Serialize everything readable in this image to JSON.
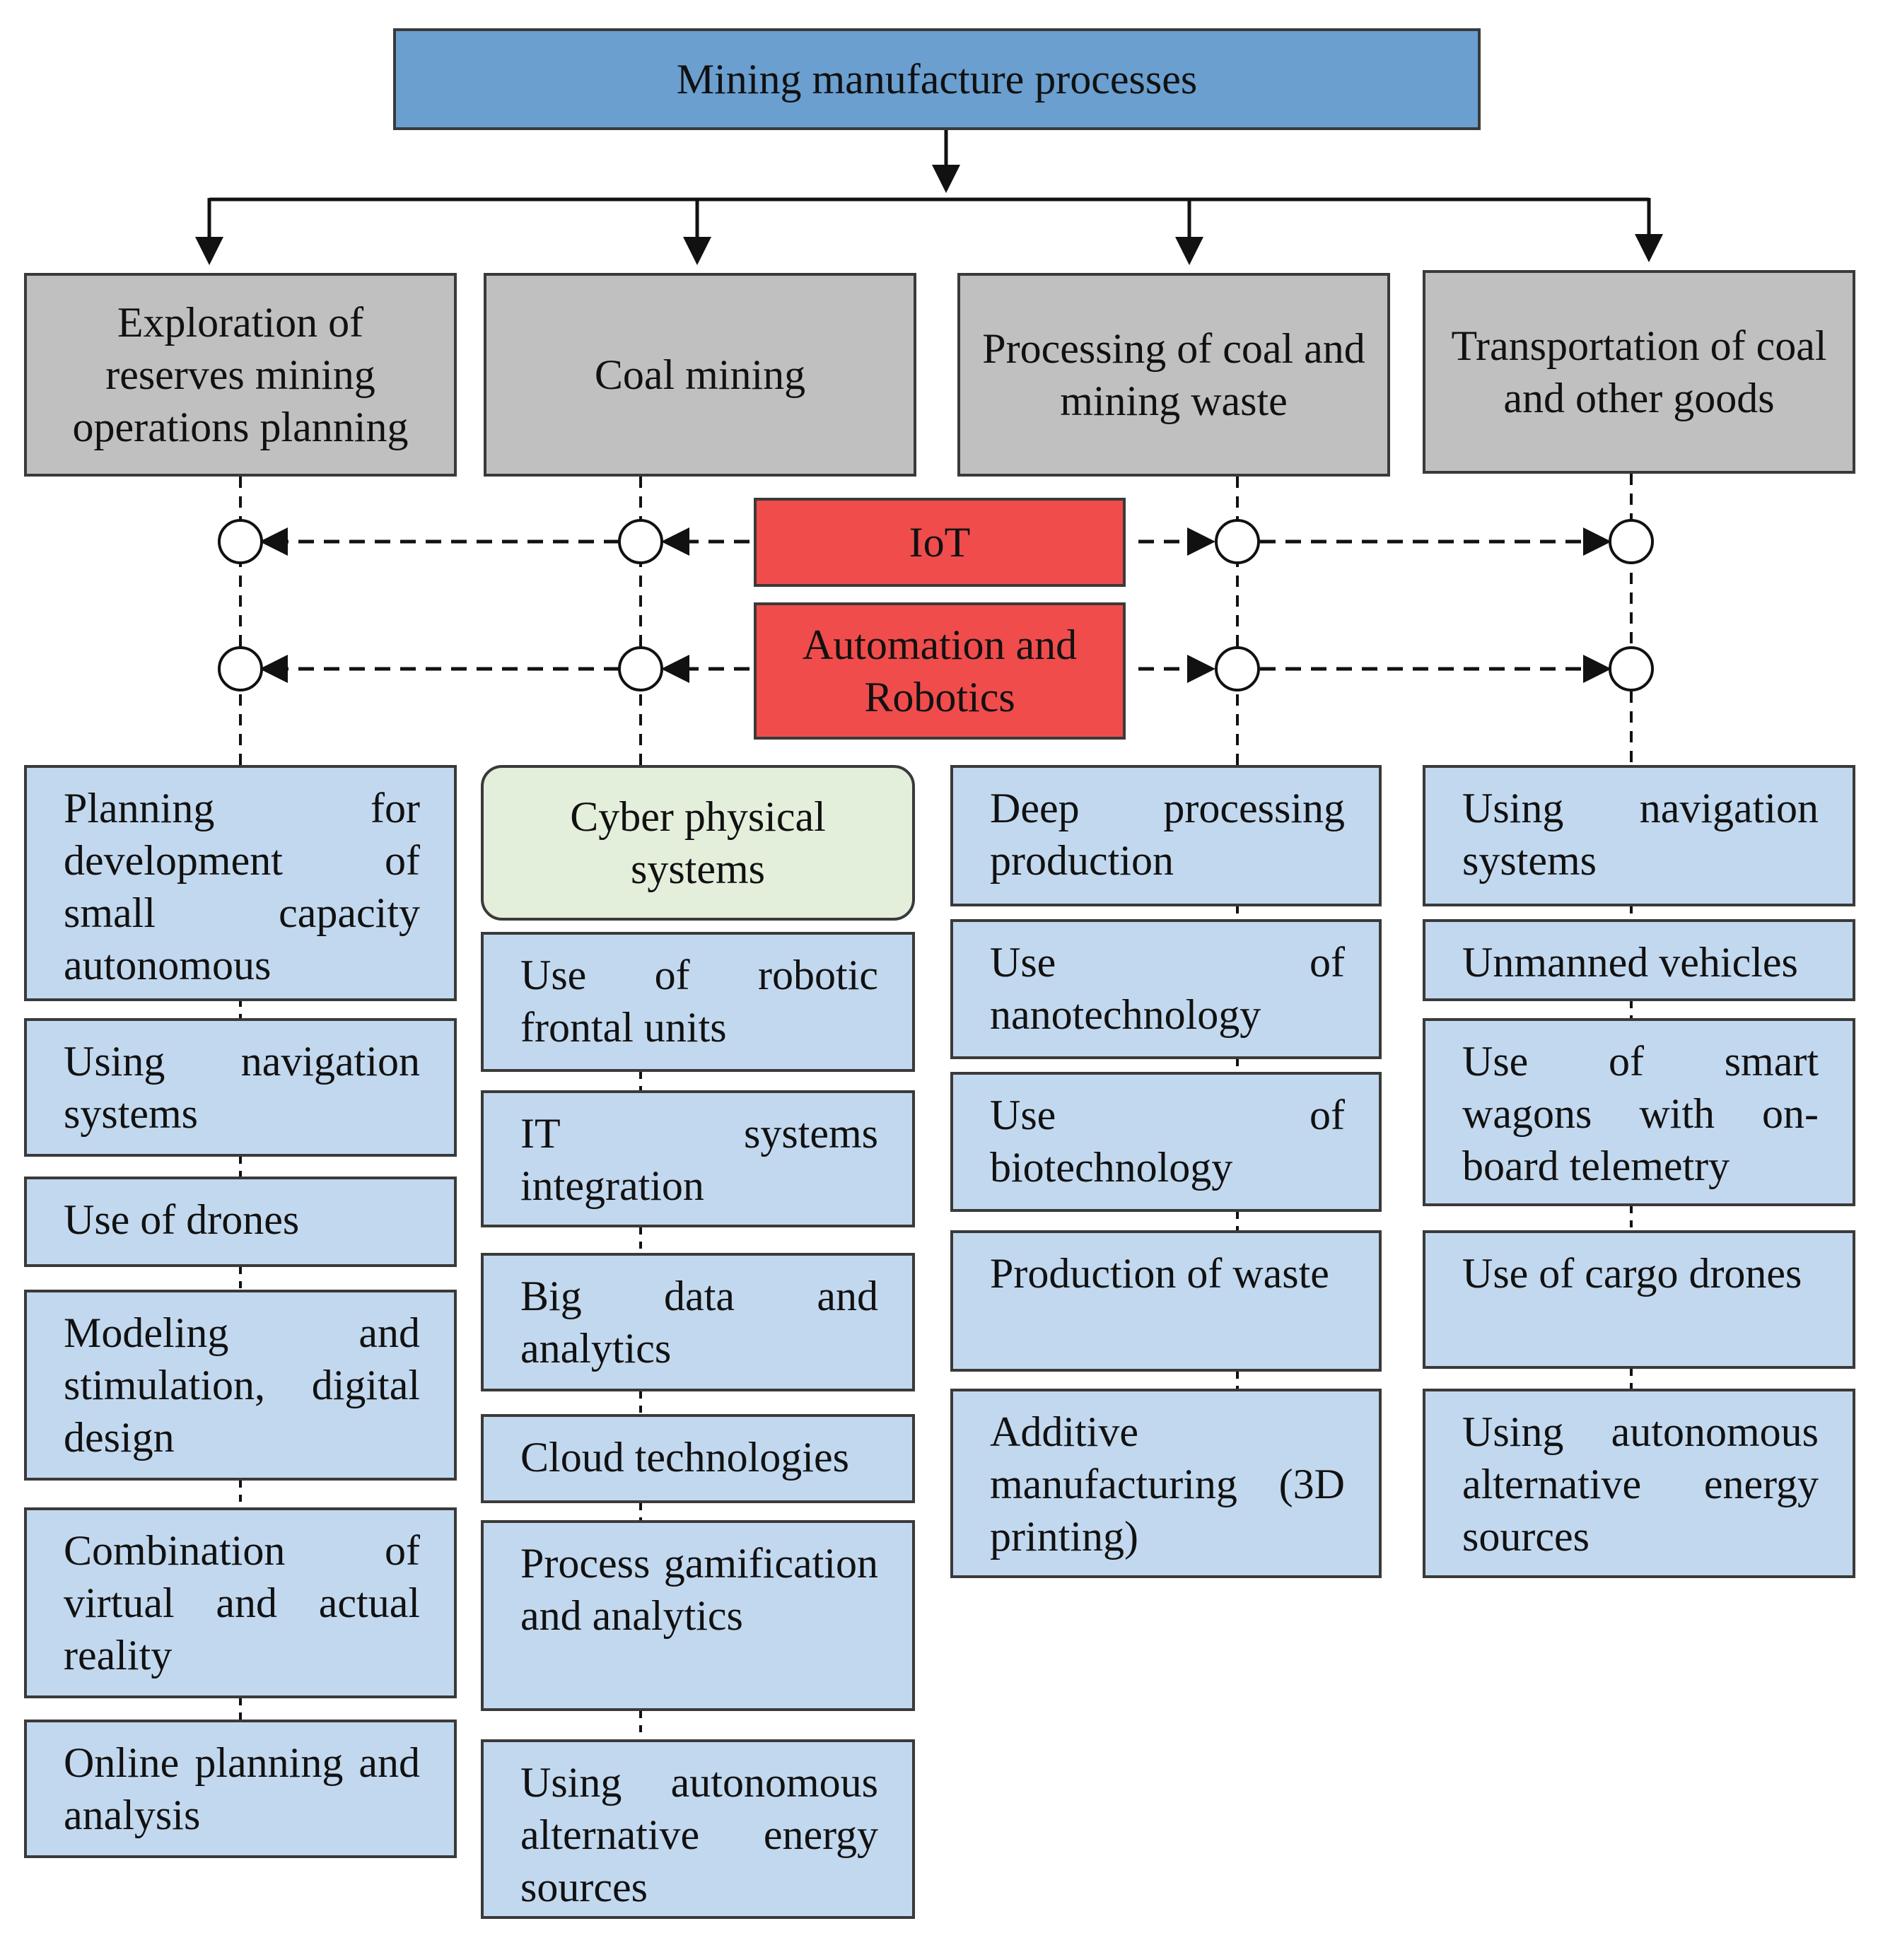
{
  "root": {
    "label": "Mining manufacture processes"
  },
  "processes": [
    {
      "label": "Exploration of reserves mining operations planning",
      "items": [
        "Planning for development of small capacity autonomous",
        "Using navigation systems",
        "Use of drones",
        "Modeling and stimulation, digital design",
        "Combination of virtual and actual reality",
        "Online planning and analysis"
      ]
    },
    {
      "label": "Coal mining",
      "header": "Cyber physical systems",
      "items": [
        "Use of robotic frontal units",
        "IT systems integration",
        "Big data and analytics",
        "Cloud technologies",
        "Process gamification and analytics",
        "Using autonomous alternative energy sources"
      ]
    },
    {
      "label": "Processing of coal and mining waste",
      "items": [
        "Deep processing production",
        "Use of nanotechnology",
        "Use of biotechnology",
        "Production of waste",
        "Additive manufacturing (3D printing)"
      ]
    },
    {
      "label": "Transportation of coal and other goods",
      "items": [
        "Using navigation systems",
        "Unmanned vehicles",
        "Use of smart wagons with on-board telemetry",
        "Use of cargo drones",
        "Using autonomous alternative energy sources"
      ]
    }
  ],
  "technologies": [
    {
      "label": "IoT"
    },
    {
      "label": "Automation and Robotics"
    }
  ],
  "colors": {
    "root_fill": "#6a9fd0",
    "process_fill": "#c0c0c0",
    "technology_fill": "#f04c4c",
    "header_fill": "#e3eedb",
    "item_fill": "#c2d8ee",
    "line": "#111111"
  }
}
